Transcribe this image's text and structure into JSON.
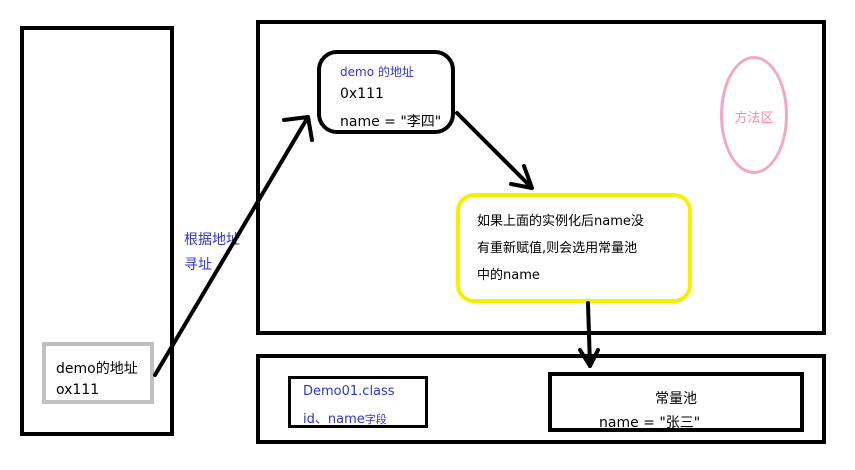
{
  "stack_ref": {
    "line1": "demo的地址",
    "line2": "ox111"
  },
  "heap_object": {
    "title": "demo 的地址",
    "address": "0x111",
    "field": "name = \"李四\""
  },
  "method_area": {
    "label": "方法区"
  },
  "note": {
    "lines": [
      "如果上面的实例化后name没",
      "有重新赋值,则会选用常量池",
      "中的name"
    ]
  },
  "lookup_label": {
    "line1": "根据地址",
    "line2": "寻址"
  },
  "class_file": {
    "name": "Demo01.class",
    "fields": "id、name",
    "fields_suffix": "字段"
  },
  "constant_pool": {
    "title": "常量池",
    "value": "name = \"张三\""
  },
  "colors": {
    "label_blue": "#3535c0",
    "note_yellow": "#f5f000",
    "method_pink": "#f4a6c6",
    "ref_gray": "#c0c0c0"
  }
}
